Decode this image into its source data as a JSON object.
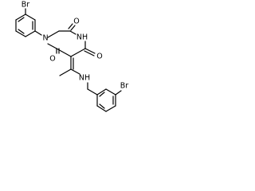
{
  "structure": {
    "atoms": {
      "br_top": "Br",
      "n1": "N",
      "o_top": "O",
      "nh_ring": "NH",
      "o_left": "O",
      "o_right": "O",
      "nh_amine": "NH",
      "br_bottom": "Br"
    }
  }
}
